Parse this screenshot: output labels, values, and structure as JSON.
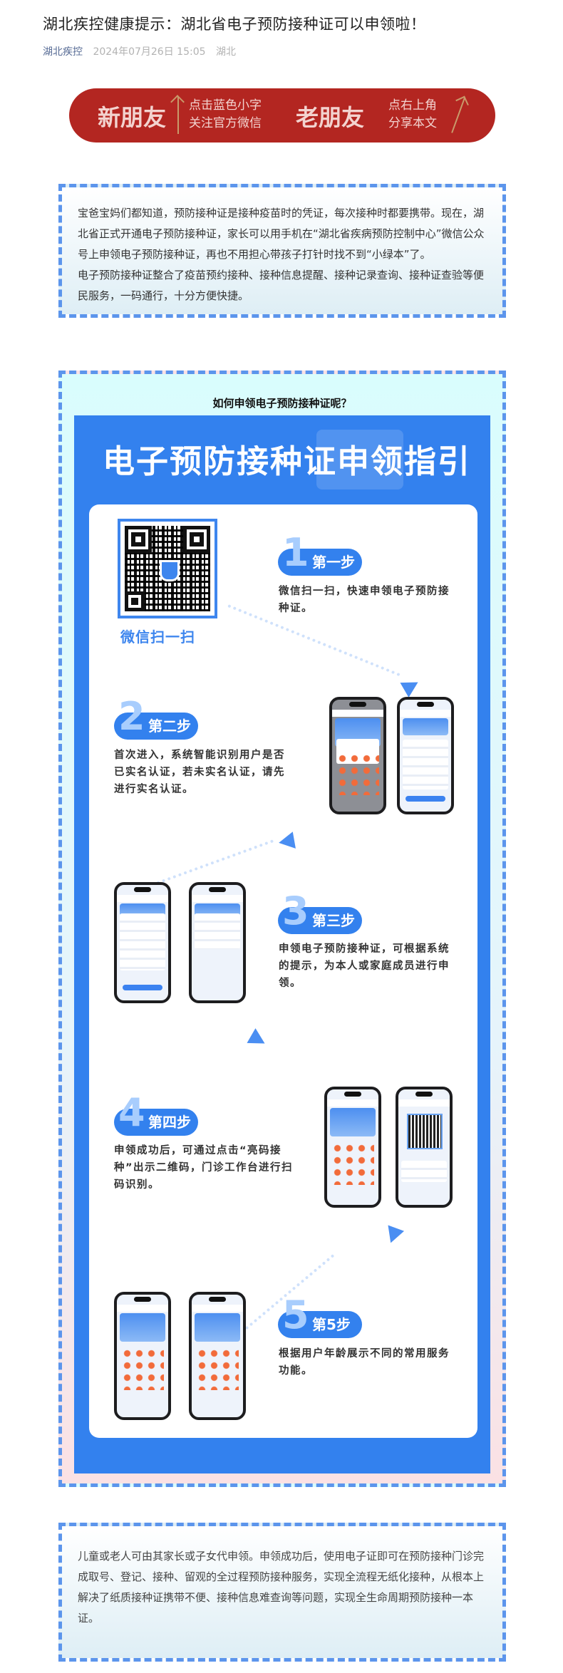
{
  "header": {
    "title": "湖北疾控健康提示：湖北省电子预防接种证可以申领啦！",
    "author": "湖北疾控",
    "date": "2024年07月26日 15:05",
    "location": "湖北"
  },
  "banner": {
    "new_friend": "新朋友",
    "new_tip_1": "点击蓝色小字",
    "new_tip_2": "关注官方微信",
    "old_friend": "老朋友",
    "old_tip_1": "点右上角",
    "old_tip_2": "分享本文"
  },
  "intro": {
    "p1": "宝爸宝妈们都知道，预防接种证是接种疫苗时的凭证，每次接种时都要携带。现在，湖北省正式开通电子预防接种证，家长可以用手机在“湖北省疾病预防控制中心”微信公众号上申领电子预防接种证，再也不用担心带孩子打针时找不到“小绿本”了。",
    "p2": "电子预防接种证整合了疫苗预约接种、接种信息提醒、接种记录查询、接种证查验等便民服务，一码通行，十分方便快捷。"
  },
  "guide": {
    "question": "如何申领电子预防接种证呢？",
    "poster_title": "电子预防接种证申领指引",
    "qr_label": "微信扫一扫",
    "brand_color": "#3381ee",
    "steps": [
      {
        "num": "1",
        "label": "第一步",
        "text": "微信扫一扫，快速申领电子预防接种证。"
      },
      {
        "num": "2",
        "label": "第二步",
        "text": "首次进入，系统智能识别用户是否已实名认证，若未实名认证，请先进行实名认证。"
      },
      {
        "num": "3",
        "label": "第三步",
        "text": "申领电子预防接种证，可根据系统的提示，为本人或家庭成员进行申领。"
      },
      {
        "num": "4",
        "label": "第四步",
        "text": "申领成功后，可通过点击“亮码接种”出示二维码，门诊工作台进行扫码识别。"
      },
      {
        "num": "5",
        "label": "第5步",
        "text": "根据用户年龄展示不同的常用服务功能。"
      }
    ]
  },
  "outro": {
    "p1": "儿童或老人可由其家长或子女代申领。申领成功后，使用电子证即可在预防接种门诊完成取号、登记、接种、留观的全过程预防接种服务，实现全流程无纸化接种，从根本上解决了纸质接种证携带不便、接种信息难查询等问题，实现全生命周期预防接种一本证。"
  }
}
